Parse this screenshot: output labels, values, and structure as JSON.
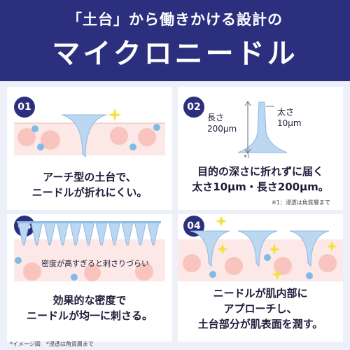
{
  "header": {
    "subtitle": "「土台」から働きかける設計の",
    "title": "マイクロニードル"
  },
  "panels": [
    {
      "number": "01",
      "caption_lines": [
        "アーチ型の土台で、",
        "ニードルが折れにくい。"
      ]
    },
    {
      "number": "02",
      "caption_lines": [
        "目的の深さに折れずに届く",
        "太さ10μm・長さ200μm。"
      ],
      "length_label_top": "長さ",
      "length_label_value": "200μm",
      "thickness_label_top": "太さ",
      "thickness_label_value": "10μm",
      "ref_mark": "※1",
      "footnote": "※1：浸透は角質層まで"
    },
    {
      "number": "03",
      "caption_lines": [
        "効果的な密度で",
        "ニードルが均一に刺さる。"
      ],
      "overlay_text": "密度が高すぎると刺さりづらい"
    },
    {
      "number": "04",
      "caption_lines": [
        "ニードルが肌内部に",
        "アプローチし、",
        "土台部分が肌表面を潤す。"
      ]
    }
  ],
  "footer_note": "*イメージ図　*浸透は角質層まで",
  "colors": {
    "navy": "#2b2f7e",
    "needle": "#bcd7f2",
    "skin": "#fce8e6",
    "cell": "#f8c4bd",
    "blue_dot": "#7fbbe8",
    "sparkle": "#f4e23a"
  }
}
